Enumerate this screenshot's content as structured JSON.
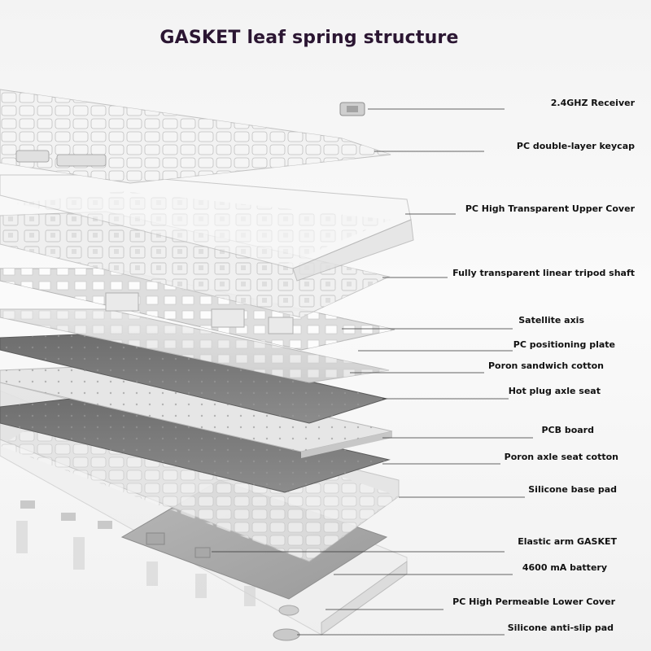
{
  "title": "GASKET leaf spring structure",
  "components": [
    {
      "key": "receiver",
      "label": "2.4GHZ Receiver"
    },
    {
      "key": "keycap",
      "label": "PC double-layer keycap"
    },
    {
      "key": "upper-cover",
      "label": "PC High Transparent Upper Cover"
    },
    {
      "key": "shaft",
      "label": "Fully transparent linear tripod shaft"
    },
    {
      "key": "satellite-axis",
      "label": "Satellite axis"
    },
    {
      "key": "positioning-plate",
      "label": "PC positioning plate"
    },
    {
      "key": "poron-sandwich",
      "label": "Poron sandwich cotton"
    },
    {
      "key": "axle-seat",
      "label": "Hot plug axle seat"
    },
    {
      "key": "pcb",
      "label": "PCB board"
    },
    {
      "key": "poron-axle",
      "label": "Poron axle seat cotton"
    },
    {
      "key": "silicone-base",
      "label": "Silicone base pad"
    },
    {
      "key": "gasket-arm",
      "label": "Elastic arm GASKET"
    },
    {
      "key": "battery",
      "label": "4600 mA battery"
    },
    {
      "key": "lower-cover",
      "label": "PC High Permeable Lower Cover"
    },
    {
      "key": "anti-slip",
      "label": "Silicone anti-slip pad"
    }
  ]
}
